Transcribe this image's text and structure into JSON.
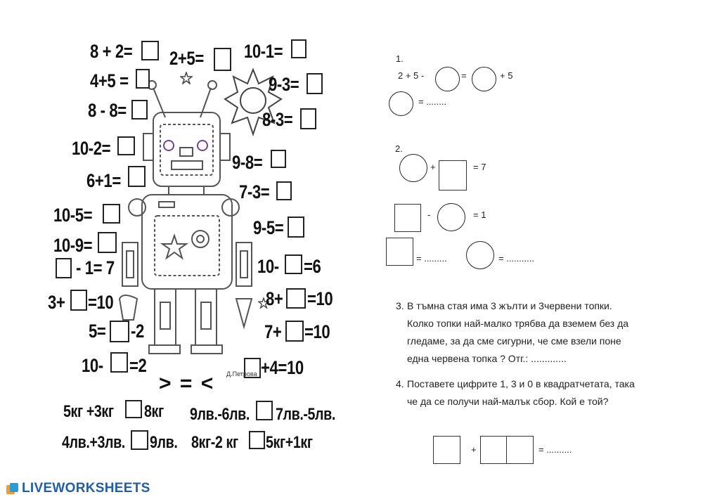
{
  "left_sheet": {
    "equations": [
      {
        "id": "e1",
        "text": "8 + 2="
      },
      {
        "id": "e2",
        "text": "2+5="
      },
      {
        "id": "e3",
        "text": "10-1="
      },
      {
        "id": "e4",
        "text": "4+5 ="
      },
      {
        "id": "e5",
        "text": "9-3="
      },
      {
        "id": "e6",
        "text": "8 - 8="
      },
      {
        "id": "e7",
        "text": "8-3="
      },
      {
        "id": "e8",
        "text": "10-2="
      },
      {
        "id": "e9",
        "text": "9-8="
      },
      {
        "id": "e10",
        "text": "6+1="
      },
      {
        "id": "e11",
        "text": "7-3="
      },
      {
        "id": "e12",
        "text": "10-5="
      },
      {
        "id": "e13",
        "text": "9-5="
      },
      {
        "id": "e14",
        "text": "10-9="
      },
      {
        "id": "e15a",
        "text": "- 1= 7"
      },
      {
        "id": "e16a",
        "text": "10-"
      },
      {
        "id": "e16b",
        "text": "=6"
      },
      {
        "id": "e17a",
        "text": "3+"
      },
      {
        "id": "e17b",
        "text": "=10"
      },
      {
        "id": "e18a",
        "text": "8+"
      },
      {
        "id": "e18b",
        "text": "=10"
      },
      {
        "id": "e19a",
        "text": "5="
      },
      {
        "id": "e19b",
        "text": "-2"
      },
      {
        "id": "e20a",
        "text": "7+"
      },
      {
        "id": "e20b",
        "text": "=10"
      },
      {
        "id": "e21a",
        "text": "10-"
      },
      {
        "id": "e21b",
        "text": "=2"
      },
      {
        "id": "e22b",
        "text": "+4=10"
      }
    ],
    "compare_signs": "> = <",
    "author": "Д.Петрова",
    "compare_rows": [
      {
        "left": "5кг +3кг",
        "right": "8кг"
      },
      {
        "left": "9лв.-6лв.",
        "right": "7лв.-5лв."
      },
      {
        "left": "4лв.+3лв.",
        "right": "9лв."
      },
      {
        "left": "8кг-2 кг",
        "right": "5кг+1кг"
      }
    ]
  },
  "right_sheet": {
    "task1": {
      "number": "1.",
      "line1_a": "2 + 5 -",
      "line1_b": "=",
      "line1_c": "+ 5",
      "line2": "= ........"
    },
    "task2": {
      "number": "2.",
      "row1_plus": "+",
      "row1_result": "= 7",
      "row2_minus": "-",
      "row2_result": "= 1",
      "row3_a": "= .........",
      "row3_b": "= ..........."
    },
    "task3": {
      "number": "3.",
      "lines": [
        "В тъмна стая   има 3 жълти и  3червени топки.",
        "Колко топки най-малко трябва да вземем без да",
        "гледаме, за да сме сигурни, че сме взели поне",
        "една червена топка ?    Отг.: ............."
      ]
    },
    "task4": {
      "number": "4.",
      "lines": [
        "Поставете цифрите 1, 3 и 0 в квадратчетата, така",
        "че да се получи най-малък сбор. Кой е той?"
      ],
      "plus": "+",
      "result": "= .........."
    }
  },
  "footer": {
    "logo_text": "LIVEWORKSHEETS",
    "logo_color": "#1f5fa8"
  }
}
